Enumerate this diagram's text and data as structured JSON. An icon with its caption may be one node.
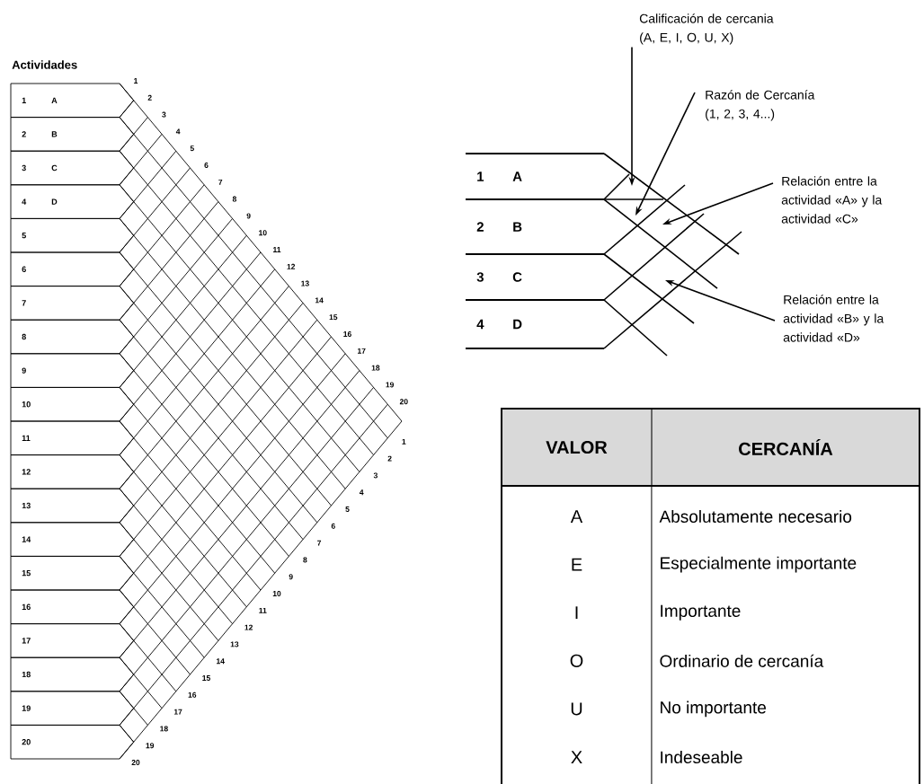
{
  "diagram": {
    "nodes": [
      {
        "text": [
          "1",
          "A"
        ]
      },
      {
        "text": [
          "2",
          "B"
        ]
      },
      {
        "text": [
          "3",
          "C"
        ]
      },
      {
        "text": [
          "4",
          "D"
        ]
      },
      {
        "text": [
          "5"
        ]
      },
      {
        "text": [
          "6"
        ]
      },
      {
        "text": [
          "7"
        ]
      },
      {
        "text": [
          "8"
        ]
      },
      {
        "text": [
          "9"
        ]
      },
      {
        "text": [
          "10"
        ]
      },
      {
        "text": [
          "11"
        ]
      },
      {
        "text": [
          "12"
        ]
      },
      {
        "text": [
          "13"
        ]
      },
      {
        "text": [
          "14"
        ]
      },
      {
        "text": [
          "15"
        ]
      },
      {
        "text": [
          "16"
        ]
      },
      {
        "text": [
          "17"
        ]
      },
      {
        "text": [
          "18"
        ]
      },
      {
        "text": [
          "19"
        ]
      },
      {
        "text": [
          "20"
        ]
      },
      {
        "text": [
          "1",
          "A"
        ]
      },
      {
        "text": [
          "2",
          "B"
        ]
      },
      {
        "text": [
          "3",
          "C"
        ]
      },
      {
        "text": [
          "4",
          "D"
        ]
      },
      {
        "text": [
          "Calificación de cercania",
          "(A, E, I, O, U, X)"
        ]
      },
      {
        "text": [
          "Razón de Cercanía",
          "(1, 2, 3, 4...)"
        ]
      },
      {
        "text": [
          "Relación entre la actividad «A» y la actividad «C»"
        ]
      },
      {
        "text": [
          "Relación entre la actividad «B» y la actividad «D»"
        ]
      }
    ],
    "edges": [
      {
        "from": 24,
        "to": null,
        "arrow": "to"
      },
      {
        "from": 25,
        "to": null,
        "arrow": "to"
      },
      {
        "from": 26,
        "to": null,
        "arrow": "to"
      },
      {
        "from": 27,
        "to": null,
        "arrow": "to"
      }
    ],
    "labels": [
      "Actividades",
      "1",
      "2",
      "3",
      "4",
      "5",
      "6",
      "7",
      "8",
      "9",
      "10",
      "11",
      "12",
      "13",
      "14",
      "15",
      "16",
      "17",
      "18",
      "19",
      "20",
      "1",
      "2",
      "3",
      "4",
      "5",
      "6",
      "7",
      "8",
      "9",
      "10",
      "11",
      "12",
      "13",
      "14",
      "15",
      "16",
      "17",
      "18",
      "19",
      "20",
      "VALOR",
      "CERCANÍA",
      "A",
      "Absolutamente necesario",
      "E",
      "Especialmente importante",
      "I",
      "Importante",
      "O",
      "Ordinario de cercanía",
      "U",
      "No importante",
      "X",
      "Indeseable"
    ]
  }
}
